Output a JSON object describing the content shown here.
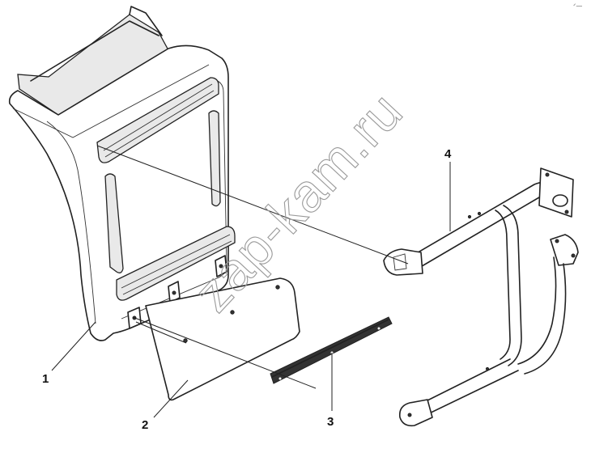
{
  "watermark": "zap-kam.ru",
  "corner_mark": "ᐟ—",
  "callouts": [
    {
      "id": "1",
      "label": "1"
    },
    {
      "id": "2",
      "label": "2"
    },
    {
      "id": "3",
      "label": "3"
    },
    {
      "id": "4",
      "label": "4"
    }
  ],
  "colors": {
    "line": "#222222",
    "shade": "#e9e9e9",
    "watermark": "#9a9a9a",
    "background": "#ffffff"
  }
}
